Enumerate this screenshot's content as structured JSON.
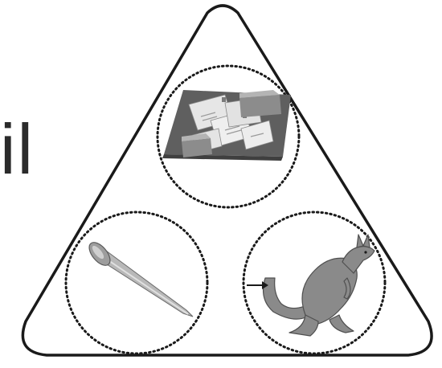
{
  "puzzle": {
    "word_fragment": "il",
    "pictures": [
      {
        "name": "mail",
        "icon": "mail-pile-icon"
      },
      {
        "name": "nail",
        "icon": "nail-icon"
      },
      {
        "name": "kangaroo tail",
        "icon": "kangaroo-icon"
      }
    ],
    "pointer_target": "tail"
  },
  "colors": {
    "outline": "#1a1a1a",
    "dotted_circle": "#1a1a1a",
    "mat": "#5f5f5f",
    "envelope": "#e9e9e9",
    "nail": "#b0b0b0",
    "kangaroo": "#8a8a8a",
    "text": "#2b2b2b"
  }
}
